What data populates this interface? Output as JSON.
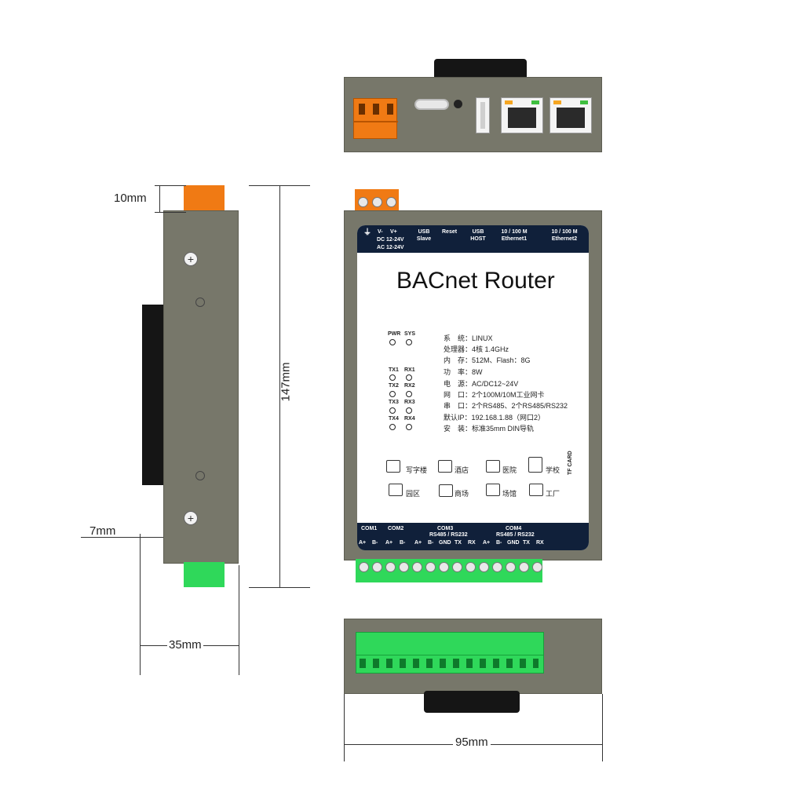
{
  "device": {
    "title": "BACnet Router",
    "top_labels": {
      "power": [
        "V-",
        "V+",
        "DC",
        "12-24V",
        "AC",
        "12-24V"
      ],
      "usb_slave": "USB Slave",
      "reset": "Reset",
      "usb_host": "USB HOST",
      "eth1": "10 / 100 M Ethernet1",
      "eth2": "10 / 100 M Ethernet2"
    },
    "leds": {
      "pwr": "PWR",
      "sys": "SYS",
      "tx1": "TX1",
      "rx1": "RX1",
      "tx2": "TX2",
      "rx2": "RX2",
      "tx3": "TX3",
      "rx3": "RX3",
      "tx4": "TX4",
      "rx4": "RX4"
    },
    "specs": [
      "系　统：LINUX",
      "处理器：4核 1.4GHz",
      "内　存：512M、Flash：8G",
      "功　率：8W",
      "电　源：AC/DC12~24V",
      "网　口：2个100M/10M工业网卡",
      "串　口：2个RS485、2个RS485/RS232",
      "默认IP：192.168.1.88（网口2）",
      "安　装：标准35mm DIN导轨"
    ],
    "applications": [
      "写字楼",
      "酒店",
      "医院",
      "学校",
      "园区",
      "商场",
      "场馆",
      "工厂"
    ],
    "tf_card": "TF CARD",
    "com_labels": {
      "com1": "COM1",
      "com2": "COM2",
      "com3": "COM3",
      "com4": "COM4",
      "rs485_232": "RS485 / RS232"
    },
    "pins": [
      "A+",
      "B-",
      "A+",
      "B-",
      "A+",
      "B-",
      "GND",
      "TX",
      "RX",
      "A+",
      "B-",
      "GND",
      "TX",
      "RX"
    ],
    "colors": {
      "housing": "#77776a",
      "panel_bar": "#10203a",
      "power_terminal": "#f07a14",
      "signal_terminal": "#2fd85a"
    }
  },
  "dimensions": {
    "top_tab": "10mm",
    "height": "147mm",
    "rail_offset": "7mm",
    "depth": "35mm",
    "width": "95mm"
  }
}
